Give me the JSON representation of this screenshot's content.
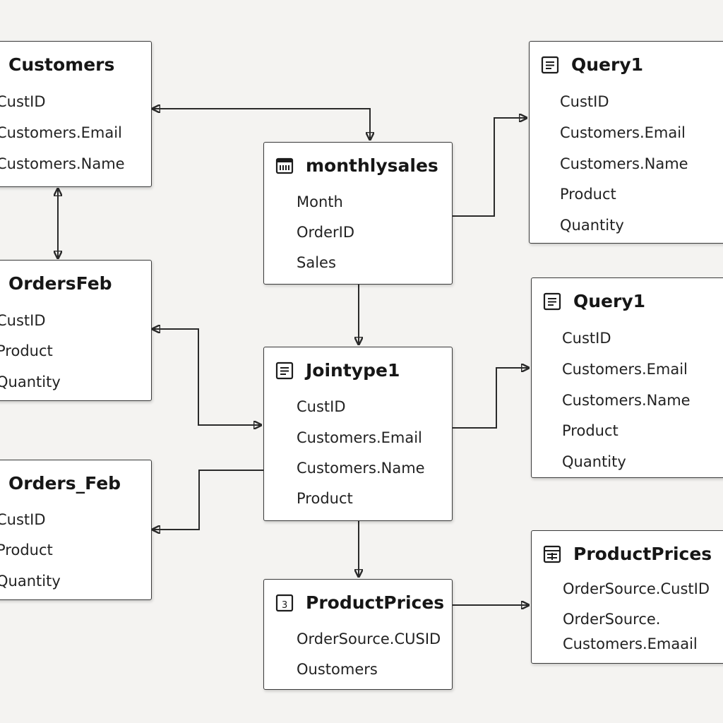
{
  "diagram": {
    "tables": {
      "customers": {
        "title": "Customers",
        "fields": [
          "CustID",
          "Customers.Email",
          "Customers.Name"
        ]
      },
      "orders_feb_a": {
        "title": "OrdersFeb",
        "fields": [
          "CustID",
          "Product",
          "Quantity"
        ]
      },
      "orders_feb_b": {
        "title": "Orders_Feb",
        "fields": [
          "CustID",
          "Product",
          "Quantity"
        ]
      },
      "monthlysales": {
        "title": "monthlysales",
        "icon": "calendar-table-icon",
        "fields": [
          "Month",
          "OrderID",
          "Sales"
        ]
      },
      "jointype1": {
        "title": "Jointype1",
        "icon": "query-list-icon",
        "fields": [
          "CustID",
          "Customers.Email",
          "Customers.Name",
          "Product"
        ]
      },
      "productprices_center": {
        "title": "ProductPrices",
        "icon": "numbered-table-icon",
        "icon_glyph": "3",
        "fields": [
          "OrderSource.CUSID",
          "Oustomers"
        ]
      },
      "query1_top": {
        "title": "Query1",
        "icon": "query-list-icon",
        "fields": [
          "CustID",
          "Customers.Email",
          "Customers.Name",
          "Product",
          "Quantity"
        ]
      },
      "query1_mid": {
        "title": "Query1",
        "icon": "query-list-icon",
        "fields": [
          "CustID",
          "Customers.Email",
          "Customers.Name",
          "Product",
          "Quantity"
        ]
      },
      "productprices_right": {
        "title": "ProductPrices",
        "icon": "grid-table-icon",
        "fields": [
          "OrderSource.CustID",
          "OrderSource. Customers.Emaail"
        ]
      }
    },
    "colors": {
      "background": "#f4f3f1",
      "card": "#ffffff",
      "border": "#3a3a3a",
      "line": "#2a2a2a"
    }
  }
}
